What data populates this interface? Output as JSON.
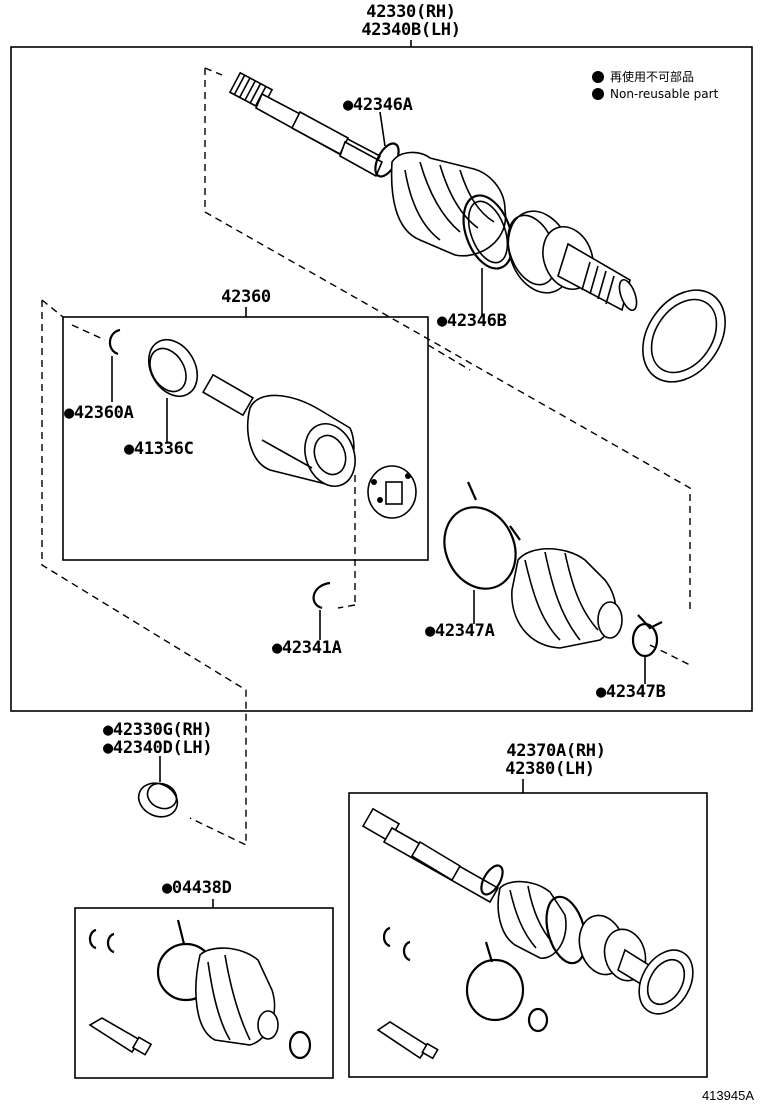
{
  "legend": {
    "mark_icon": "filled-circle",
    "items": [
      "再使用不可部品",
      "Non-reusable part"
    ]
  },
  "assemblies": {
    "main_rh": "42330(RH)",
    "main_lh": "42340B(LH)",
    "inner_joint": "42360",
    "alt_rh": "42370A(RH)",
    "alt_lh": "42380(LH)",
    "kit_rh": "●42330G(RH)",
    "kit_lh": "●42340D(LH)",
    "boot_kit": "●04438D"
  },
  "parts": {
    "p42346A": "●42346A",
    "p42346B": "●42346B",
    "p42360A": "●42360A",
    "p41336C": "●41336C",
    "p42341A": "●42341A",
    "p42347A": "●42347A",
    "p42347B": "●42347B"
  },
  "figure_code": "413945A"
}
